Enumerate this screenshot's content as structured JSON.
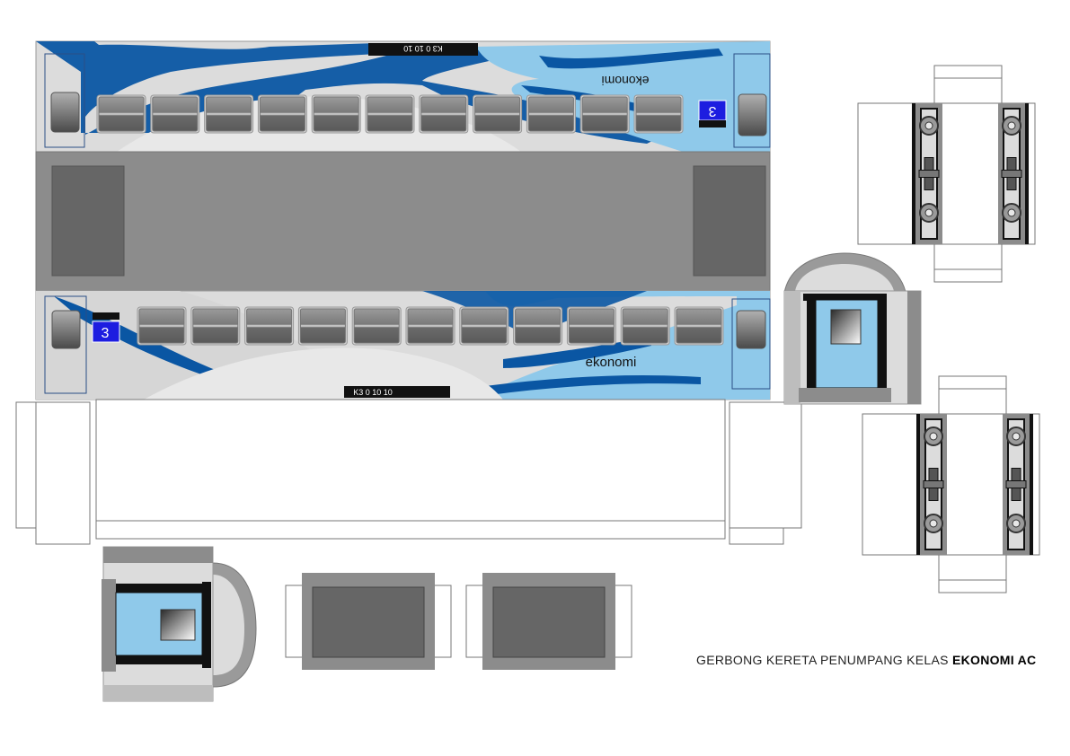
{
  "caption": {
    "prefix": "GERBONG KERETA PENUMPANG KELAS ",
    "emphasis": "EKONOMI AC"
  },
  "car": {
    "class_label": "ekonomi",
    "number_plate": "K3 0 10 10",
    "class_number": "3"
  },
  "colors": {
    "body_grey": "#d9d9d9",
    "dark_blue": "#0a56a3",
    "light_blue": "#8fc9ea",
    "roof_grey": "#8c8c8c",
    "window_grey": "#6e6e6e",
    "class_badge": "#1d1de0"
  }
}
